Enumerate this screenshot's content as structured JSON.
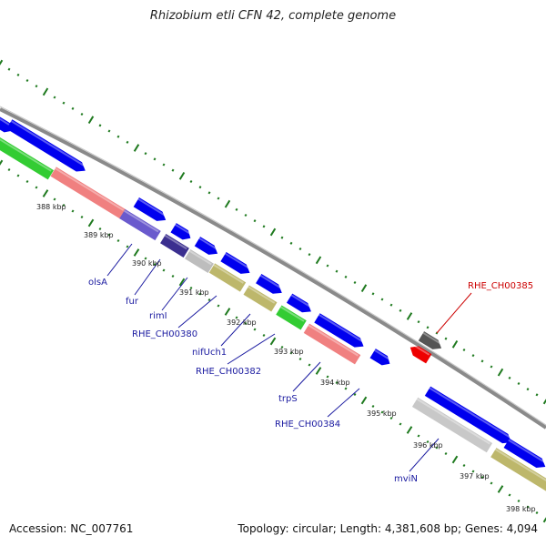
{
  "title": "Rhizobium etli CFN 42, complete genome",
  "footer": {
    "accession": "Accession: NC_007761",
    "topology": "Topology: circular; Length: 4,381,608 bp; Genes: 4,094"
  },
  "kbp_ticks": [
    "388 kbp",
    "389 kbp",
    "390 kbp",
    "391 kbp",
    "392 kbp",
    "393 kbp",
    "394 kbp",
    "395 kbp",
    "396 kbp",
    "397 kbp",
    "398 kbp"
  ],
  "gene_labels": [
    {
      "name": "olsA"
    },
    {
      "name": "fur"
    },
    {
      "name": "rimI"
    },
    {
      "name": "RHE_CH00380"
    },
    {
      "name": "nifUch1"
    },
    {
      "name": "RHE_CH00382"
    },
    {
      "name": "trpS"
    },
    {
      "name": "RHE_CH00384"
    },
    {
      "name": "mviN"
    },
    {
      "name": "RHE_CH00385"
    }
  ],
  "colors": {
    "backbone": "#8a8a8a",
    "tick": "#1f7a1f",
    "forward_gene": "#0000ee",
    "highlight": "#cc0000"
  }
}
